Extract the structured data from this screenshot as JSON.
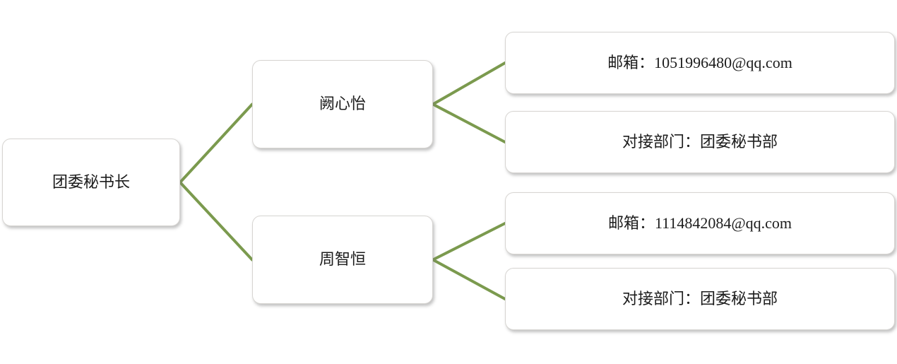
{
  "root": {
    "label": "团委秘书长"
  },
  "members": [
    {
      "name": "阙心怡",
      "email": "邮箱：1051996480@qq.com",
      "department": "对接部门：团委秘书部"
    },
    {
      "name": "周智恒",
      "email": "邮箱：1114842084@qq.com",
      "department": "对接部门：团委秘书部"
    }
  ],
  "colors": {
    "connector": "#7B9A4E",
    "box_background": "#ffffff",
    "box_border": "#d7d5d2",
    "text": "#1c1c1c"
  }
}
